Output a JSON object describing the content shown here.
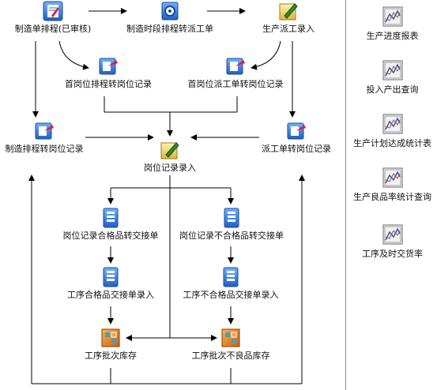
{
  "flow": {
    "nodes": {
      "order_schedule": {
        "label": "制造单排程(已审核)",
        "icon": "form-pen-icon"
      },
      "period_schedule": {
        "label": "制造时段排程转派工单",
        "icon": "gear-doc-icon"
      },
      "production_dispatch": {
        "label": "生产派工录入",
        "icon": "pencil-doc-icon"
      },
      "first_post_schedule": {
        "label": "首岗位排程转岗位记录",
        "icon": "transfer-icon"
      },
      "first_post_dispatch": {
        "label": "首岗位派工单转岗位记录",
        "icon": "transfer-icon"
      },
      "order_to_post": {
        "label": "制造排程转岗位记录",
        "icon": "transfer-icon"
      },
      "post_record_entry": {
        "label": "岗位记录录入",
        "icon": "pencil-doc-icon"
      },
      "dispatch_to_post": {
        "label": "派工单转岗位记录",
        "icon": "transfer-icon"
      },
      "pass_transfer": {
        "label": "岗位记录合格品转交接单",
        "icon": "book-icon"
      },
      "fail_transfer": {
        "label": "岗位记录不合格品转交接单",
        "icon": "book-icon"
      },
      "pass_handover": {
        "label": "工序合格品交接单录入",
        "icon": "book-icon"
      },
      "fail_handover": {
        "label": "工序不合格品交接单录入",
        "icon": "book-icon"
      },
      "batch_stock": {
        "label": "工序批次库存",
        "icon": "puzzle-icon"
      },
      "batch_defect_stock": {
        "label": "工序批次不良品库存",
        "icon": "puzzle-icon"
      }
    }
  },
  "reports": [
    {
      "label": "生产进度报表",
      "icon": "chart-report-icon"
    },
    {
      "label": "投入产出查询",
      "icon": "chart-report-icon"
    },
    {
      "label": "生产计划达成统计表",
      "icon": "chart-report-icon"
    },
    {
      "label": "生产良品率统计查询",
      "icon": "chart-report-icon"
    },
    {
      "label": "工序及时交货率",
      "icon": "chart-report-icon"
    }
  ],
  "colors": {
    "blue_icon": "#2a6fd6",
    "orange_icon": "#e07b1a",
    "arrow": "#000000"
  }
}
